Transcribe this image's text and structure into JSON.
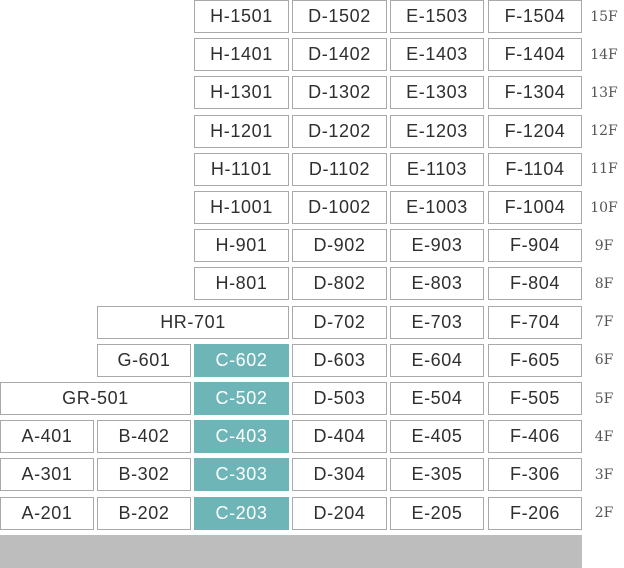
{
  "colors": {
    "highlight": "#6eb5b8",
    "ground": "#bdbdbd",
    "border": "#a9a9a9",
    "text": "#2f2f2f"
  },
  "floors": [
    {
      "label": "15F",
      "units": [
        {
          "id": "H-1501",
          "col": "H"
        },
        {
          "id": "D-1502",
          "col": "D"
        },
        {
          "id": "E-1503",
          "col": "E"
        },
        {
          "id": "F-1504",
          "col": "F"
        }
      ]
    },
    {
      "label": "14F",
      "units": [
        {
          "id": "H-1401",
          "col": "H"
        },
        {
          "id": "D-1402",
          "col": "D"
        },
        {
          "id": "E-1403",
          "col": "E"
        },
        {
          "id": "F-1404",
          "col": "F"
        }
      ]
    },
    {
      "label": "13F",
      "units": [
        {
          "id": "H-1301",
          "col": "H"
        },
        {
          "id": "D-1302",
          "col": "D"
        },
        {
          "id": "E-1303",
          "col": "E"
        },
        {
          "id": "F-1304",
          "col": "F"
        }
      ]
    },
    {
      "label": "12F",
      "units": [
        {
          "id": "H-1201",
          "col": "H"
        },
        {
          "id": "D-1202",
          "col": "D"
        },
        {
          "id": "E-1203",
          "col": "E"
        },
        {
          "id": "F-1204",
          "col": "F"
        }
      ]
    },
    {
      "label": "11F",
      "units": [
        {
          "id": "H-1101",
          "col": "H"
        },
        {
          "id": "D-1102",
          "col": "D"
        },
        {
          "id": "E-1103",
          "col": "E"
        },
        {
          "id": "F-1104",
          "col": "F"
        }
      ]
    },
    {
      "label": "10F",
      "units": [
        {
          "id": "H-1001",
          "col": "H"
        },
        {
          "id": "D-1002",
          "col": "D"
        },
        {
          "id": "E-1003",
          "col": "E"
        },
        {
          "id": "F-1004",
          "col": "F"
        }
      ]
    },
    {
      "label": "9F",
      "units": [
        {
          "id": "H-901",
          "col": "H"
        },
        {
          "id": "D-902",
          "col": "D"
        },
        {
          "id": "E-903",
          "col": "E"
        },
        {
          "id": "F-904",
          "col": "F"
        }
      ]
    },
    {
      "label": "8F",
      "units": [
        {
          "id": "H-801",
          "col": "H"
        },
        {
          "id": "D-802",
          "col": "D"
        },
        {
          "id": "E-803",
          "col": "E"
        },
        {
          "id": "F-804",
          "col": "F"
        }
      ]
    },
    {
      "label": "7F",
      "units": [
        {
          "id": "HR-701",
          "col": "HR"
        },
        {
          "id": "D-702",
          "col": "D"
        },
        {
          "id": "E-703",
          "col": "E"
        },
        {
          "id": "F-704",
          "col": "F"
        }
      ]
    },
    {
      "label": "6F",
      "units": [
        {
          "id": "G-601",
          "col": "G"
        },
        {
          "id": "C-602",
          "col": "C",
          "highlight": true
        },
        {
          "id": "D-603",
          "col": "D"
        },
        {
          "id": "E-604",
          "col": "E"
        },
        {
          "id": "F-605",
          "col": "F"
        }
      ]
    },
    {
      "label": "5F",
      "units": [
        {
          "id": "GR-501",
          "col": "GR"
        },
        {
          "id": "C-502",
          "col": "C",
          "highlight": true
        },
        {
          "id": "D-503",
          "col": "D"
        },
        {
          "id": "E-504",
          "col": "E"
        },
        {
          "id": "F-505",
          "col": "F"
        }
      ]
    },
    {
      "label": "4F",
      "units": [
        {
          "id": "A-401",
          "col": "A"
        },
        {
          "id": "B-402",
          "col": "B"
        },
        {
          "id": "C-403",
          "col": "C",
          "highlight": true
        },
        {
          "id": "D-404",
          "col": "D"
        },
        {
          "id": "E-405",
          "col": "E"
        },
        {
          "id": "F-406",
          "col": "F"
        }
      ]
    },
    {
      "label": "3F",
      "units": [
        {
          "id": "A-301",
          "col": "A"
        },
        {
          "id": "B-302",
          "col": "B"
        },
        {
          "id": "C-303",
          "col": "C",
          "highlight": true
        },
        {
          "id": "D-304",
          "col": "D"
        },
        {
          "id": "E-305",
          "col": "E"
        },
        {
          "id": "F-306",
          "col": "F"
        }
      ]
    },
    {
      "label": "2F",
      "units": [
        {
          "id": "A-201",
          "col": "A"
        },
        {
          "id": "B-202",
          "col": "B"
        },
        {
          "id": "C-203",
          "col": "C",
          "highlight": true
        },
        {
          "id": "D-204",
          "col": "D"
        },
        {
          "id": "E-205",
          "col": "E"
        },
        {
          "id": "F-206",
          "col": "F"
        }
      ]
    }
  ]
}
